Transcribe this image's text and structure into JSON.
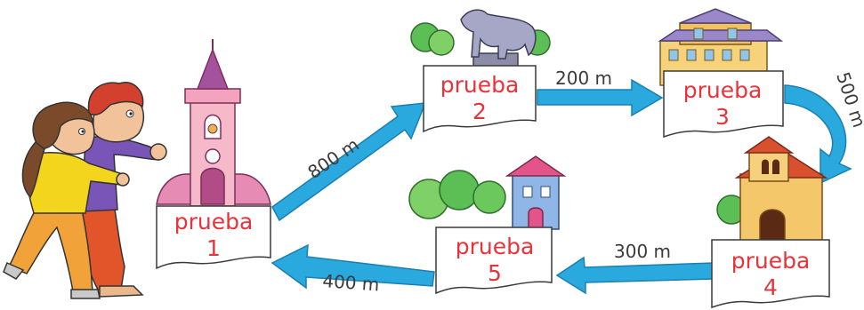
{
  "stations": [
    {
      "word": "prueba",
      "number": "1",
      "landmark": "church-tower"
    },
    {
      "word": "prueba",
      "number": "2",
      "landmark": "horse-statue"
    },
    {
      "word": "prueba",
      "number": "3",
      "landmark": "town-hall"
    },
    {
      "word": "prueba",
      "number": "4",
      "landmark": "chapel"
    },
    {
      "word": "prueba",
      "number": "5",
      "landmark": "house-with-trees"
    }
  ],
  "legs": [
    {
      "from": "1",
      "to": "2",
      "distance": "800 m"
    },
    {
      "from": "2",
      "to": "3",
      "distance": "200 m"
    },
    {
      "from": "3",
      "to": "4",
      "distance": "500 m"
    },
    {
      "from": "4",
      "to": "5",
      "distance": "300 m"
    },
    {
      "from": "5",
      "to": "1",
      "distance": "400 m"
    }
  ],
  "colors": {
    "arrow": "#29a9de",
    "arrow_edge": "#1b7fb0",
    "card_text": "#e8333b"
  }
}
